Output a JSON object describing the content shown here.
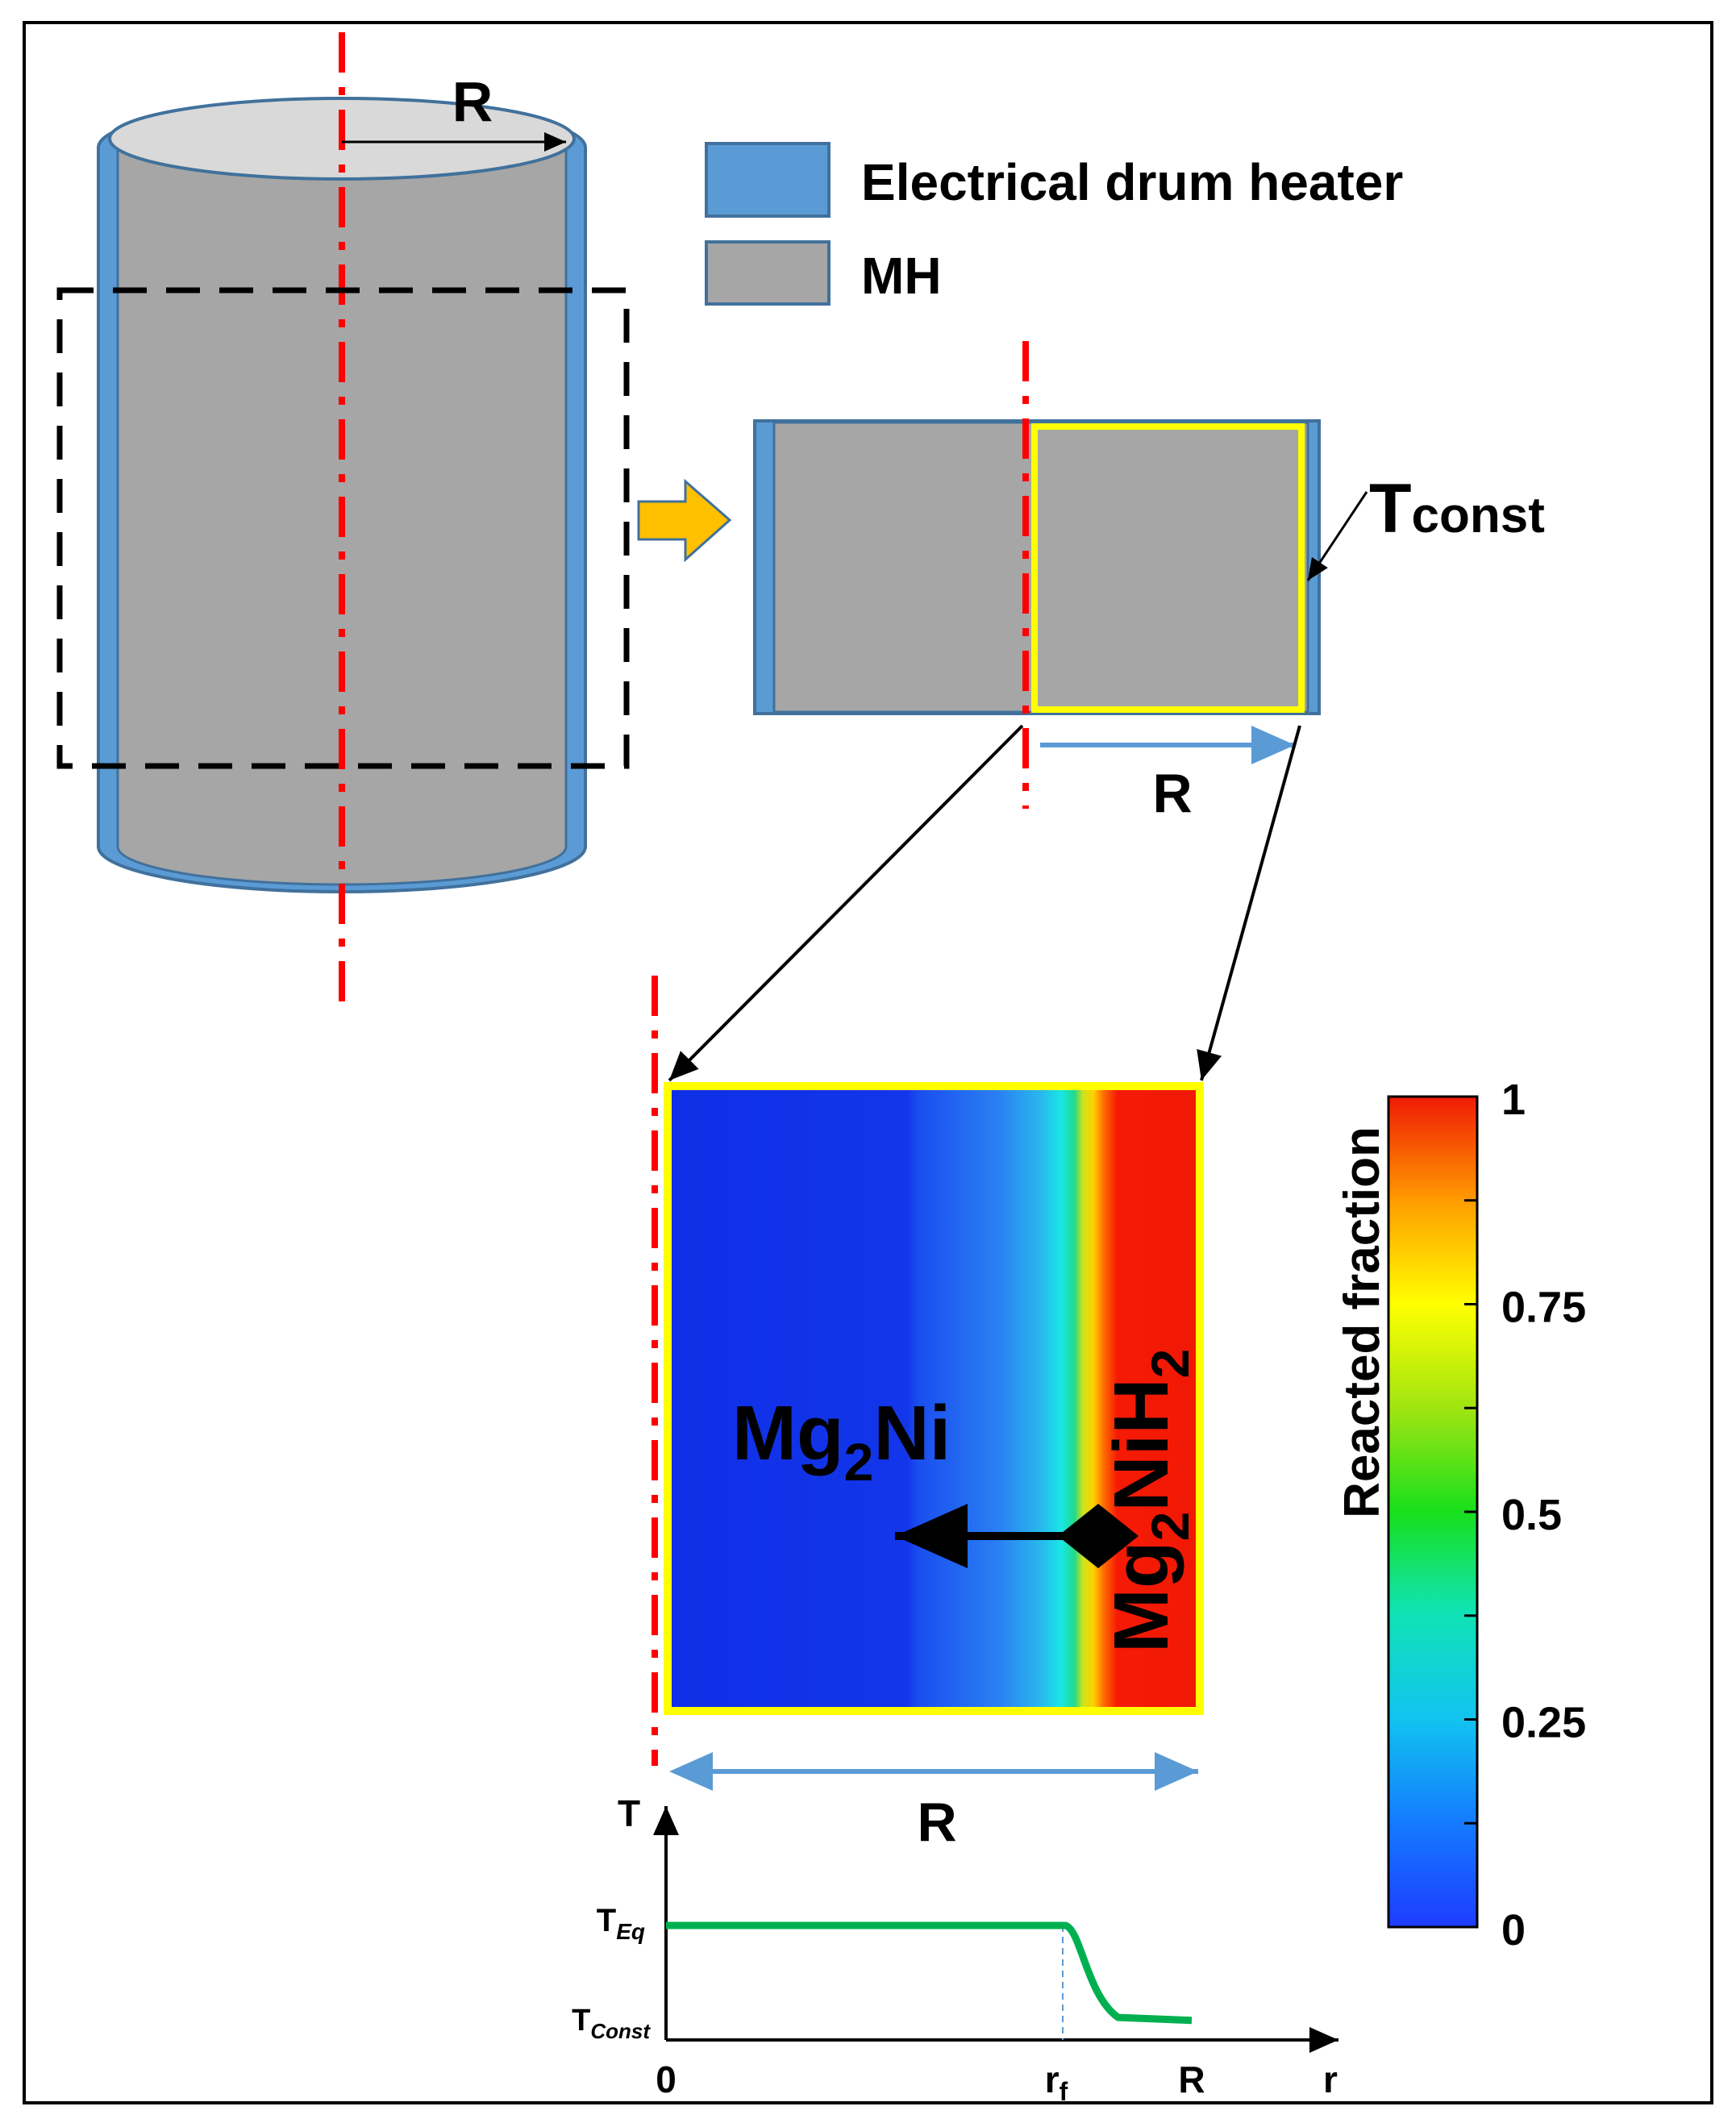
{
  "colors": {
    "heater": "#5b9bd5",
    "heater_stroke": "#41719c",
    "mh": "#a6a6a6",
    "axis": "#ff0000",
    "yellow": "#ffff00",
    "arrow_orange": "#ffc000",
    "profile": "#00b050",
    "r_arrow": "#5b9bd5"
  },
  "cylinder": {
    "radius_label": "R"
  },
  "legend": [
    {
      "label": "Electrical drum heater",
      "swatch": "heater"
    },
    {
      "label": "MH",
      "swatch": "mh"
    }
  ],
  "cross_section": {
    "boundary_label_main": "T",
    "boundary_label_sub": "const",
    "radius_label": "R"
  },
  "contour": {
    "left_phase": {
      "base": "Mg",
      "sub": "2",
      "rest": "Ni"
    },
    "right_phase": {
      "base": "Mg",
      "sub": "2",
      "rest": "NiH",
      "sub2": "2"
    },
    "radius_label": "R"
  },
  "colorbar": {
    "title": "Reacted fraction",
    "ticks": [
      "0",
      "0.25",
      "0.5",
      "0.75",
      "1"
    ],
    "tick_values": [
      0,
      0.25,
      0.5,
      0.75,
      1
    ]
  },
  "chart_data": {
    "type": "line",
    "xlabel": "r",
    "ylabel": "T",
    "x_ticks": [
      "0",
      "r",
      "R"
    ],
    "x_tick_subscripts": [
      "",
      "f",
      ""
    ],
    "y_ticks": [
      {
        "main": "T",
        "sub": "Eq"
      },
      {
        "main": "T",
        "sub": "Const"
      }
    ],
    "series": [
      {
        "values": [
          [
            0,
            1
          ],
          [
            0.76,
            1
          ],
          [
            0.78,
            0.85
          ],
          [
            0.82,
            0.35
          ],
          [
            0.86,
            0.1
          ],
          [
            0.9,
            0.05
          ],
          [
            1.0,
            0.05
          ]
        ]
      }
    ]
  }
}
